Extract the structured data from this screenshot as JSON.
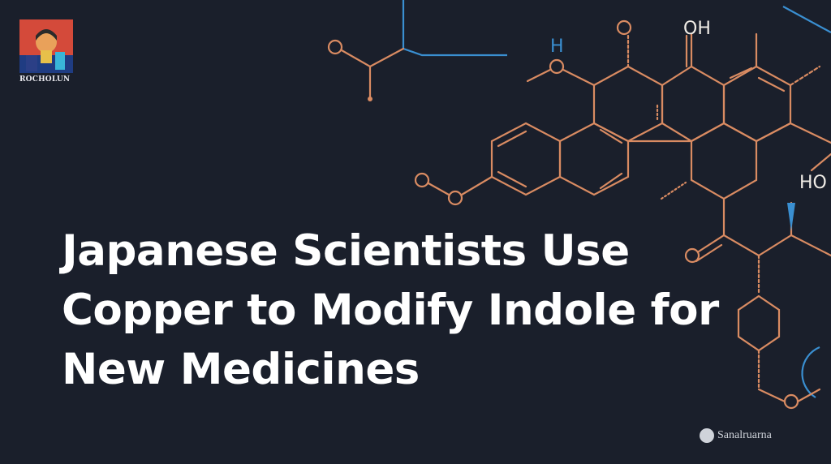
{
  "logo": {
    "caption": "ROCHOLUN",
    "icon": "portrait-logo-icon"
  },
  "headline": {
    "line1": "Japanese Scientists Use",
    "line2": "Copper to Modify Indole for",
    "line3": "New Medicines"
  },
  "molecule": {
    "labels": [
      "O",
      "H",
      "O",
      "O",
      "OH",
      "O",
      "HO",
      "O",
      "O"
    ]
  },
  "watermark": {
    "text": "Sanalruarna",
    "icon": "watermark-logo-icon"
  },
  "colors": {
    "background": "#1a1f2b",
    "bond_orange": "#d98b62",
    "bond_blue": "#3a8fd1",
    "headline": "#ffffff"
  }
}
